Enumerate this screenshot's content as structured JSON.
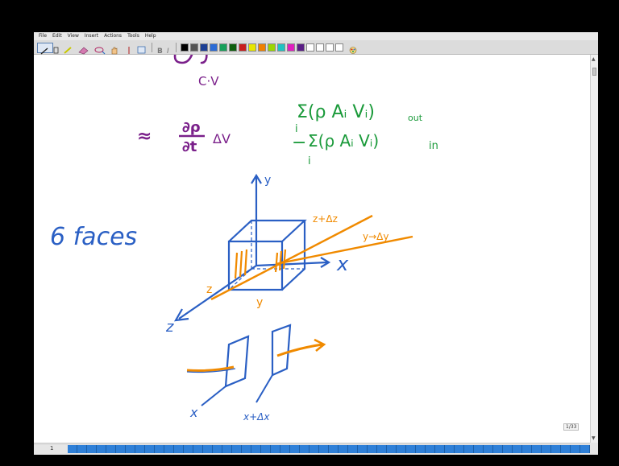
{
  "menu": [
    "File",
    "Edit",
    "View",
    "Insert",
    "Actions",
    "Tools",
    "Help"
  ],
  "toolbar": {
    "icons": [
      "pen-icon",
      "highlighter-icon",
      "eraser-icon",
      "lasso-icon",
      "hand-icon",
      "insert-space-icon",
      "bold-icon",
      "italic-icon"
    ],
    "colors": [
      "#000000",
      "#555555",
      "#1c3f94",
      "#2b6bd6",
      "#17a05a",
      "#0d5e0d",
      "#c81e1e",
      "#e6e600",
      "#f08000",
      "#9bd600",
      "#1fc2c2",
      "#e01fbf",
      "#5a1f86",
      "#ffffff"
    ]
  },
  "ink": {
    "top_fragment": "C·V",
    "approx": "≈",
    "partial_rho": "∂ρ",
    "partial_t": "∂t",
    "delta_v": "ΔV",
    "sum_out": "Σ(ρ Aᵢ Vᵢ)",
    "sum_index_out": "i",
    "out_subscript": "out",
    "minus": "−",
    "sum_in": "Σ(ρ Aᵢ Vᵢ)",
    "sum_index_in": "i",
    "in_subscript": "in",
    "six_faces": "6 faces",
    "axis_y": "y",
    "axis_x": "x",
    "axis_z": "z",
    "z_plus_dz": "z+Δz",
    "y_plus_dy": "y→Δy",
    "z_label": "z",
    "y_label": "y",
    "x_label": "x",
    "x_plus_dx": "x+Δx"
  },
  "status": {
    "page_badge": "1/33",
    "current_page": "1"
  }
}
